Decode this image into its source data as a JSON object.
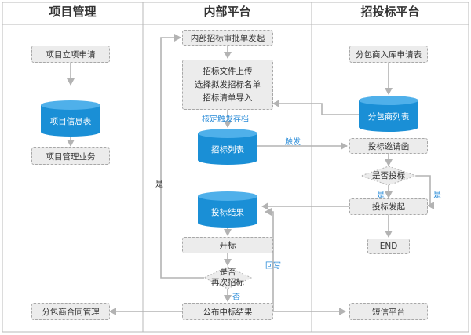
{
  "lanes": {
    "project": "项目管理",
    "internal": "内部平台",
    "bidding": "招投标平台"
  },
  "nodes": {
    "project_apply": "项目立项申请",
    "project_info_table": "项目信息表",
    "project_business": "项目管理业务",
    "subcontract_manage": "分包商合同管理",
    "internal_approval": "内部招标审批单发起",
    "upload_lines": [
      "招标文件上传",
      "选择拟发招标名单",
      "招标清单导入"
    ],
    "bid_list": "招标列表",
    "bid_result": "投标结果",
    "open_bid": "开标",
    "rebid_question": "是否\n再次招标",
    "publish_result": "公布中标结果",
    "sub_apply": "分包商入库申请表",
    "sub_list": "分包商列表",
    "invite_letter": "投标邀请函",
    "bid_question": "是否投标",
    "bid_launch": "投标发起",
    "end": "END",
    "sms_platform": "短信平台"
  },
  "edge_labels": {
    "confirm_archive": "核定触发存档",
    "trigger": "触发",
    "yes_loop": "是",
    "yes_bid": "是",
    "yes_side": "是",
    "no_publish": "否",
    "write_back": "回写"
  },
  "colors": {
    "accent": "#1a8fd6",
    "box_fill": "#ececec",
    "edge_gray": "#b3b3b3",
    "label_blue": "#2b8cd8",
    "lane_border": "#b8b8b8"
  }
}
